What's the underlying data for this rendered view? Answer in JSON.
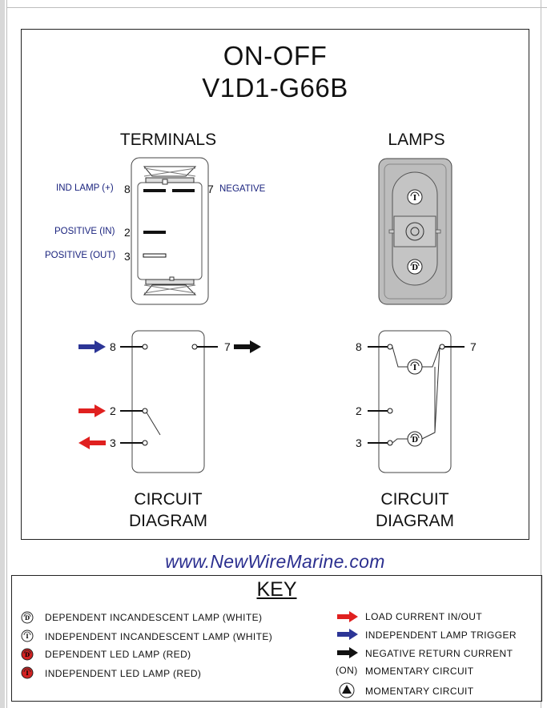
{
  "header": {
    "title_line1": "ON-OFF",
    "title_line2": "V1D1-G66B"
  },
  "terminals": {
    "heading": "TERMINALS",
    "labels": {
      "ind_lamp": "IND LAMP (+)",
      "negative": "NEGATIVE",
      "positive_in": "POSITIVE (IN)",
      "positive_out": "POSITIVE (OUT)"
    },
    "numbers": {
      "t8": "8",
      "t7": "7",
      "t2": "2",
      "t3": "3"
    }
  },
  "lamps": {
    "heading": "LAMPS",
    "upper_symbol": "I",
    "lower_symbol": "D"
  },
  "circuit_left": {
    "heading_line1": "CIRCUIT",
    "heading_line2": "DIAGRAM",
    "numbers": {
      "t8": "8",
      "t7": "7",
      "t2": "2",
      "t3": "3"
    }
  },
  "circuit_right": {
    "heading_line1": "CIRCUIT",
    "heading_line2": "DIAGRAM",
    "numbers": {
      "t8": "8",
      "t7": "7",
      "t2": "2",
      "t3": "3"
    },
    "upper_lamp_symbol": "I",
    "lower_lamp_symbol": "D"
  },
  "website": "www.NewWireMarine.com",
  "key": {
    "title": "KEY",
    "items_left": [
      {
        "icon": "dependent-incandescent-lamp-icon",
        "symbol": "D",
        "label": "DEPENDENT INCANDESCENT LAMP (WHITE)"
      },
      {
        "icon": "independent-incandescent-lamp-icon",
        "symbol": "I",
        "label": "INDEPENDENT INCANDESCENT LAMP (WHITE)"
      },
      {
        "icon": "dependent-led-lamp-icon",
        "symbol": "D",
        "label": "DEPENDENT LED LAMP (RED)"
      },
      {
        "icon": "independent-led-lamp-icon",
        "symbol": "I",
        "label": "INDEPENDENT LED LAMP (RED)"
      }
    ],
    "items_right": [
      {
        "icon": "red-arrow-icon",
        "label": "LOAD CURRENT IN/OUT"
      },
      {
        "icon": "blue-arrow-icon",
        "label": "INDEPENDENT LAMP TRIGGER"
      },
      {
        "icon": "black-arrow-icon",
        "label": "NEGATIVE RETURN CURRENT"
      },
      {
        "icon": "on-momentary-symbol",
        "symbol": "(ON)",
        "label": "MOMENTARY CIRCUIT"
      },
      {
        "icon": "triangle-icon",
        "label": "MOMENTARY CIRCUIT"
      }
    ]
  },
  "colors": {
    "red_arrow": "#e0201f",
    "blue_arrow": "#2c3596",
    "black_arrow": "#111111",
    "led_red": "#d32222",
    "label_blue": "#1a237e",
    "lamp_panel": "#bdbdbd"
  }
}
